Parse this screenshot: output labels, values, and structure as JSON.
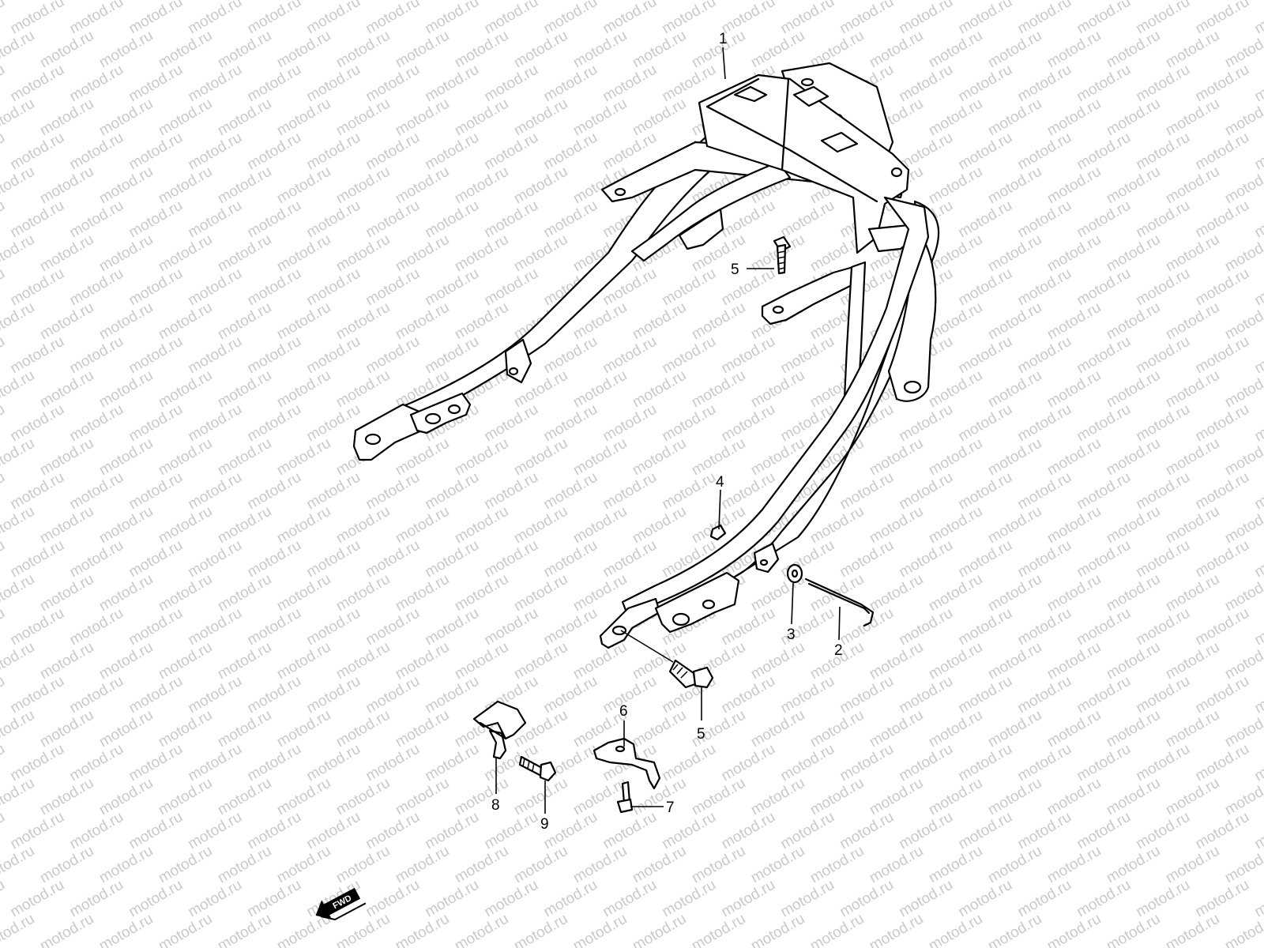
{
  "watermark": {
    "text": "motod.ru"
  },
  "fwd_label": "FWD",
  "callouts": {
    "c1": "1",
    "c2": "2",
    "c3": "3",
    "c4": "4",
    "c5_top": "5",
    "c5_bottom": "5",
    "c6": "6",
    "c7": "7",
    "c8": "8",
    "c9": "9"
  }
}
